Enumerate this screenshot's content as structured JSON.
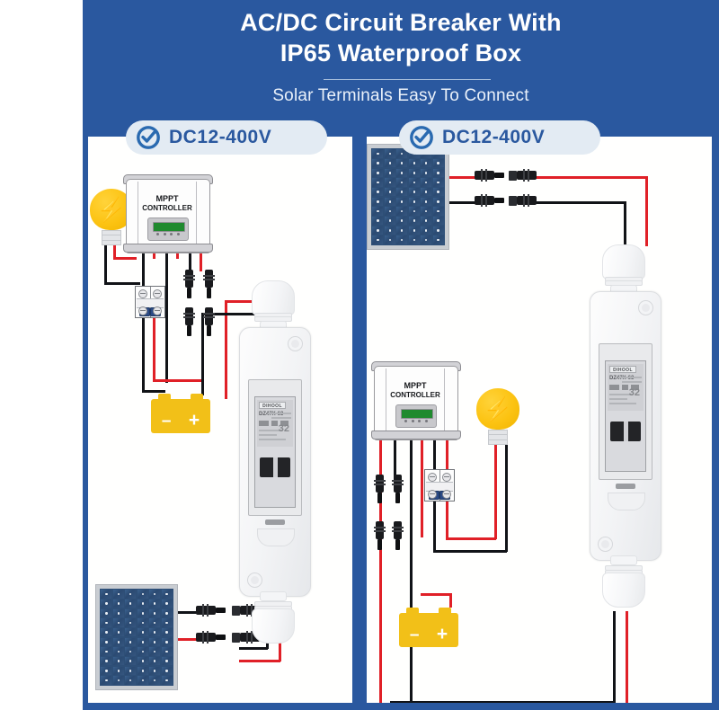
{
  "header": {
    "title_line1": "AC/DC Circuit Breaker With",
    "title_line2": "IP65 Waterproof Box",
    "subtitle": "Solar Terminals Easy To Connect",
    "bg_color": "#2a589f",
    "title_color": "#ffffff"
  },
  "badges": [
    {
      "label": "DC12-400V",
      "icon": "check-circle-icon",
      "bg": "#e3ebf3",
      "text_color": "#2a589f"
    },
    {
      "label": "DC12-400V",
      "icon": "check-circle-icon",
      "bg": "#e3ebf3",
      "text_color": "#2a589f"
    }
  ],
  "diagrams": {
    "left": {
      "name": "wiring-diagram-controller-first",
      "components": {
        "mppt": {
          "line1": "MPPT",
          "line2": "CONTROLLER",
          "lcd_color": "#1f8a2e"
        },
        "bulb": {
          "symbol": "⚡",
          "color": "#fcc312"
        },
        "battery": {
          "minus": "–",
          "plus": "+",
          "color": "#f2c018"
        },
        "mcb": {
          "poles": 2,
          "lever_color": "#2b4a86"
        },
        "breaker_box": {
          "brand": "DIHOOL",
          "model": "DZ47X-63",
          "rating": "32",
          "spec_line1": "12–400VDC",
          "spec_line2": "50–60Hz",
          "certs": "CE"
        },
        "solar_panel": {
          "cols": 6,
          "rows": 10,
          "cell_color": "#2e4f77",
          "frame_color": "#c9cdd2"
        },
        "mc4_pairs": 2
      }
    },
    "right": {
      "name": "wiring-diagram-panel-first",
      "components": {
        "mppt": {
          "line1": "MPPT",
          "line2": "CONTROLLER",
          "lcd_color": "#1f8a2e"
        },
        "bulb": {
          "symbol": "⚡",
          "color": "#fcc312"
        },
        "battery": {
          "minus": "–",
          "plus": "+",
          "color": "#f2c018"
        },
        "mcb": {
          "poles": 2,
          "lever_color": "#2b4a86"
        },
        "breaker_box": {
          "brand": "DIHOOL",
          "model": "DZ47X-63",
          "rating": "32",
          "spec_line1": "12–400VDC",
          "spec_line2": "50–60Hz",
          "certs": "CE"
        },
        "solar_panel": {
          "cols": 6,
          "rows": 10,
          "cell_color": "#2e4f77",
          "frame_color": "#c9cdd2"
        },
        "mc4_pairs": 2
      }
    }
  },
  "wire_colors": {
    "positive": "#e02027",
    "negative": "#111317"
  }
}
